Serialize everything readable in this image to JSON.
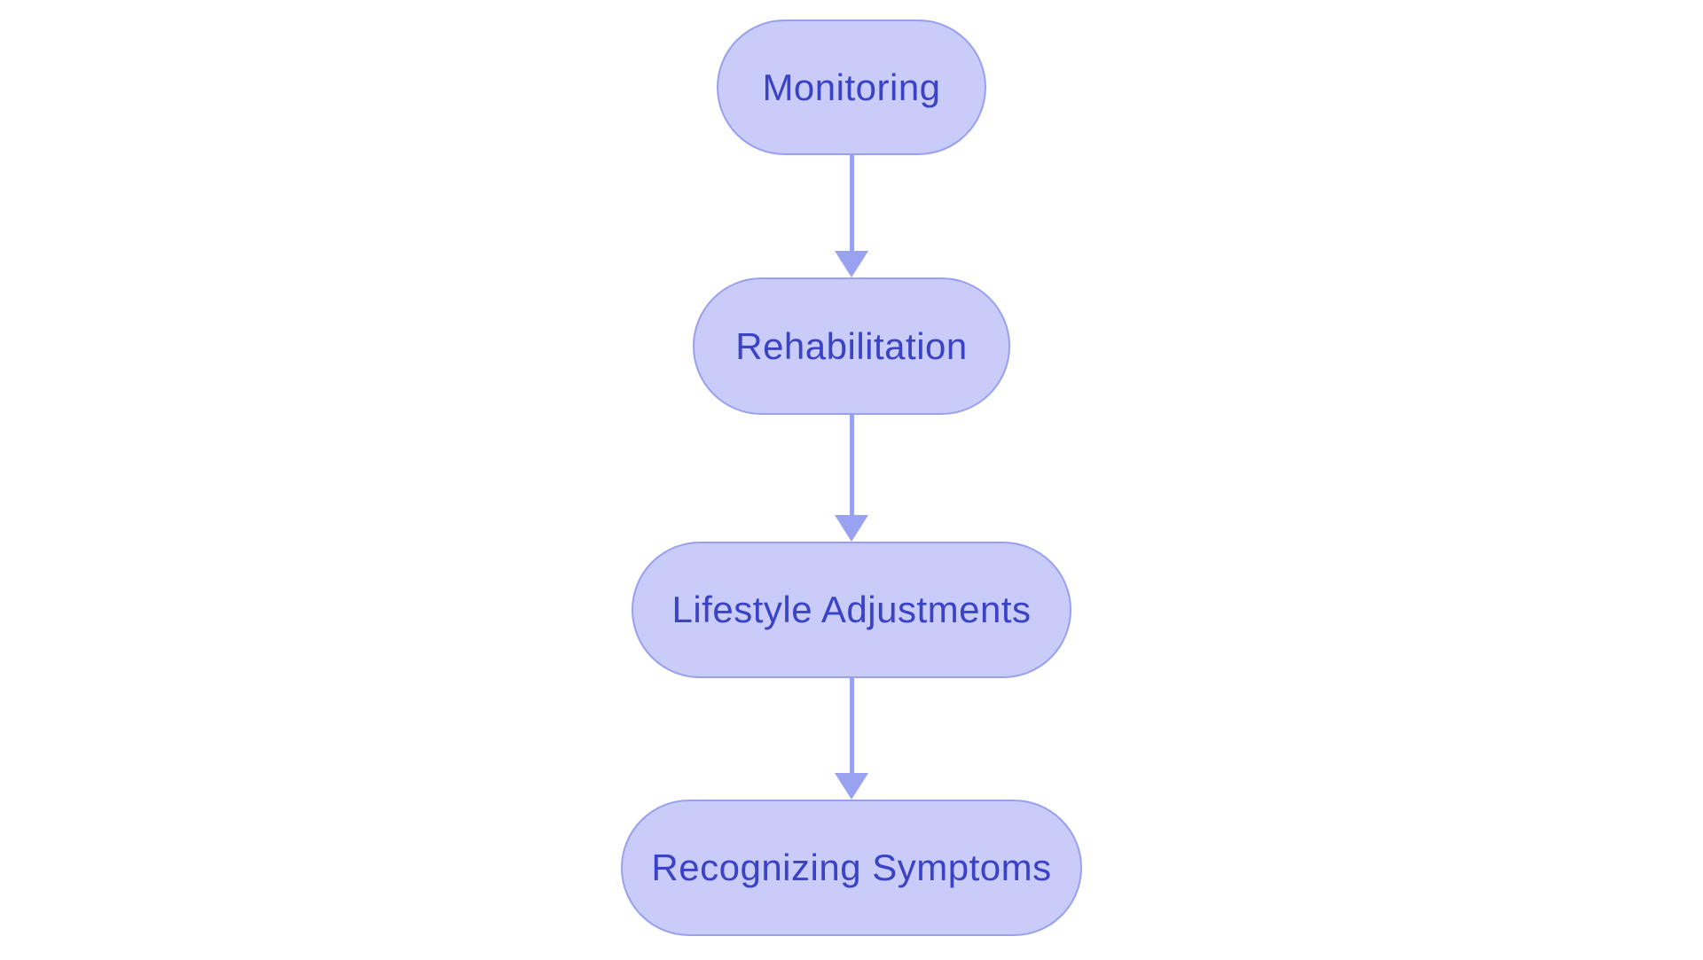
{
  "diagram": {
    "type": "flowchart",
    "direction": "top-down",
    "nodes": [
      {
        "id": "monitoring",
        "label": "Monitoring"
      },
      {
        "id": "rehabilitation",
        "label": "Rehabilitation"
      },
      {
        "id": "lifestyle-adjustments",
        "label": "Lifestyle Adjustments"
      },
      {
        "id": "recognizing-symptoms",
        "label": "Recognizing Symptoms"
      }
    ],
    "edges": [
      {
        "from": "Monitoring",
        "to": "Rehabilitation"
      },
      {
        "from": "Rehabilitation",
        "to": "Lifestyle Adjustments"
      },
      {
        "from": "Lifestyle Adjustments",
        "to": "Recognizing Symptoms"
      }
    ]
  },
  "colors": {
    "node-fill": "#c9ccf8",
    "node-border": "#99a0ef",
    "node-text": "#3a42c6",
    "arrow": "#99a1f1",
    "background": "#ffffff"
  }
}
